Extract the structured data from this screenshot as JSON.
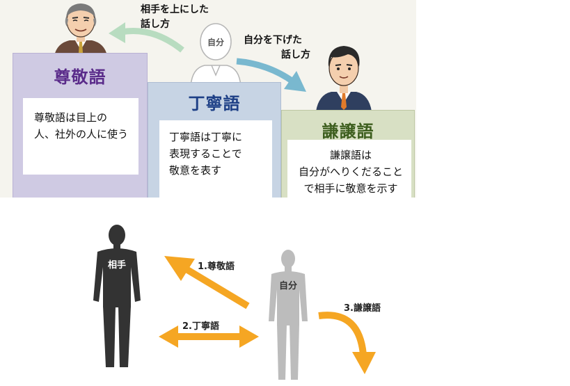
{
  "top": {
    "superior_caption": [
      "相手を上にした",
      "話し方"
    ],
    "self_label": "自分",
    "humble_caption": [
      "自分を下げた",
      "話し方"
    ],
    "levels": [
      {
        "title": "尊敬語",
        "desc": [
          "尊敬語は目上の",
          "人、社外の人に使う"
        ]
      },
      {
        "title": "丁寧語",
        "desc": [
          "丁寧語は丁寧に",
          "表現することで",
          "敬意を表す"
        ]
      },
      {
        "title": "謙譲語",
        "desc": [
          "謙譲語は",
          "自分がへりくだること",
          "で相手に敬意を示す"
        ]
      }
    ]
  },
  "bottom": {
    "other_label": "相手",
    "self_label": "自分",
    "arrows": [
      {
        "label": "1.尊敬語"
      },
      {
        "label": "2.丁寧語"
      },
      {
        "label": "3.謙譲語"
      }
    ]
  },
  "colors": {
    "arrow_orange": "#f5a623",
    "other_figure": "#333333",
    "self_figure": "#bcbcbc",
    "sonkeigo_title": "#5a2b8a",
    "teineigo_title": "#1d3f86",
    "kenjougo_title": "#3d5e1e"
  },
  "icons": [
    "senior-man-icon",
    "self-outline-figure-icon",
    "young-man-icon",
    "standing-person-silhouette-icon"
  ]
}
